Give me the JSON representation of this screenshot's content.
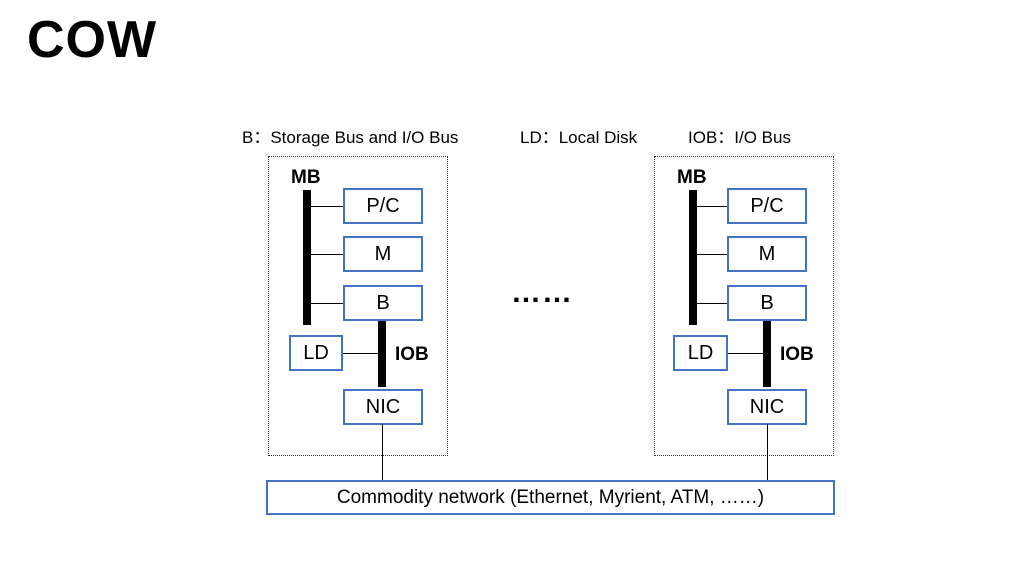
{
  "title": "COW",
  "legend": {
    "b": "B：Storage Bus and I/O Bus",
    "ld": "LD：Local Disk",
    "iob": "IOB：I/O Bus"
  },
  "node": {
    "mb_label": "MB",
    "iob_label": "IOB",
    "pc": "P/C",
    "m": "M",
    "b": "B",
    "ld": "LD",
    "nic": "NIC"
  },
  "ellipsis": "……",
  "network": "Commodity network (Ethernet, Myrient, ATM, ……)",
  "colors": {
    "box_border": "#4472c4",
    "bus": "#000000"
  }
}
